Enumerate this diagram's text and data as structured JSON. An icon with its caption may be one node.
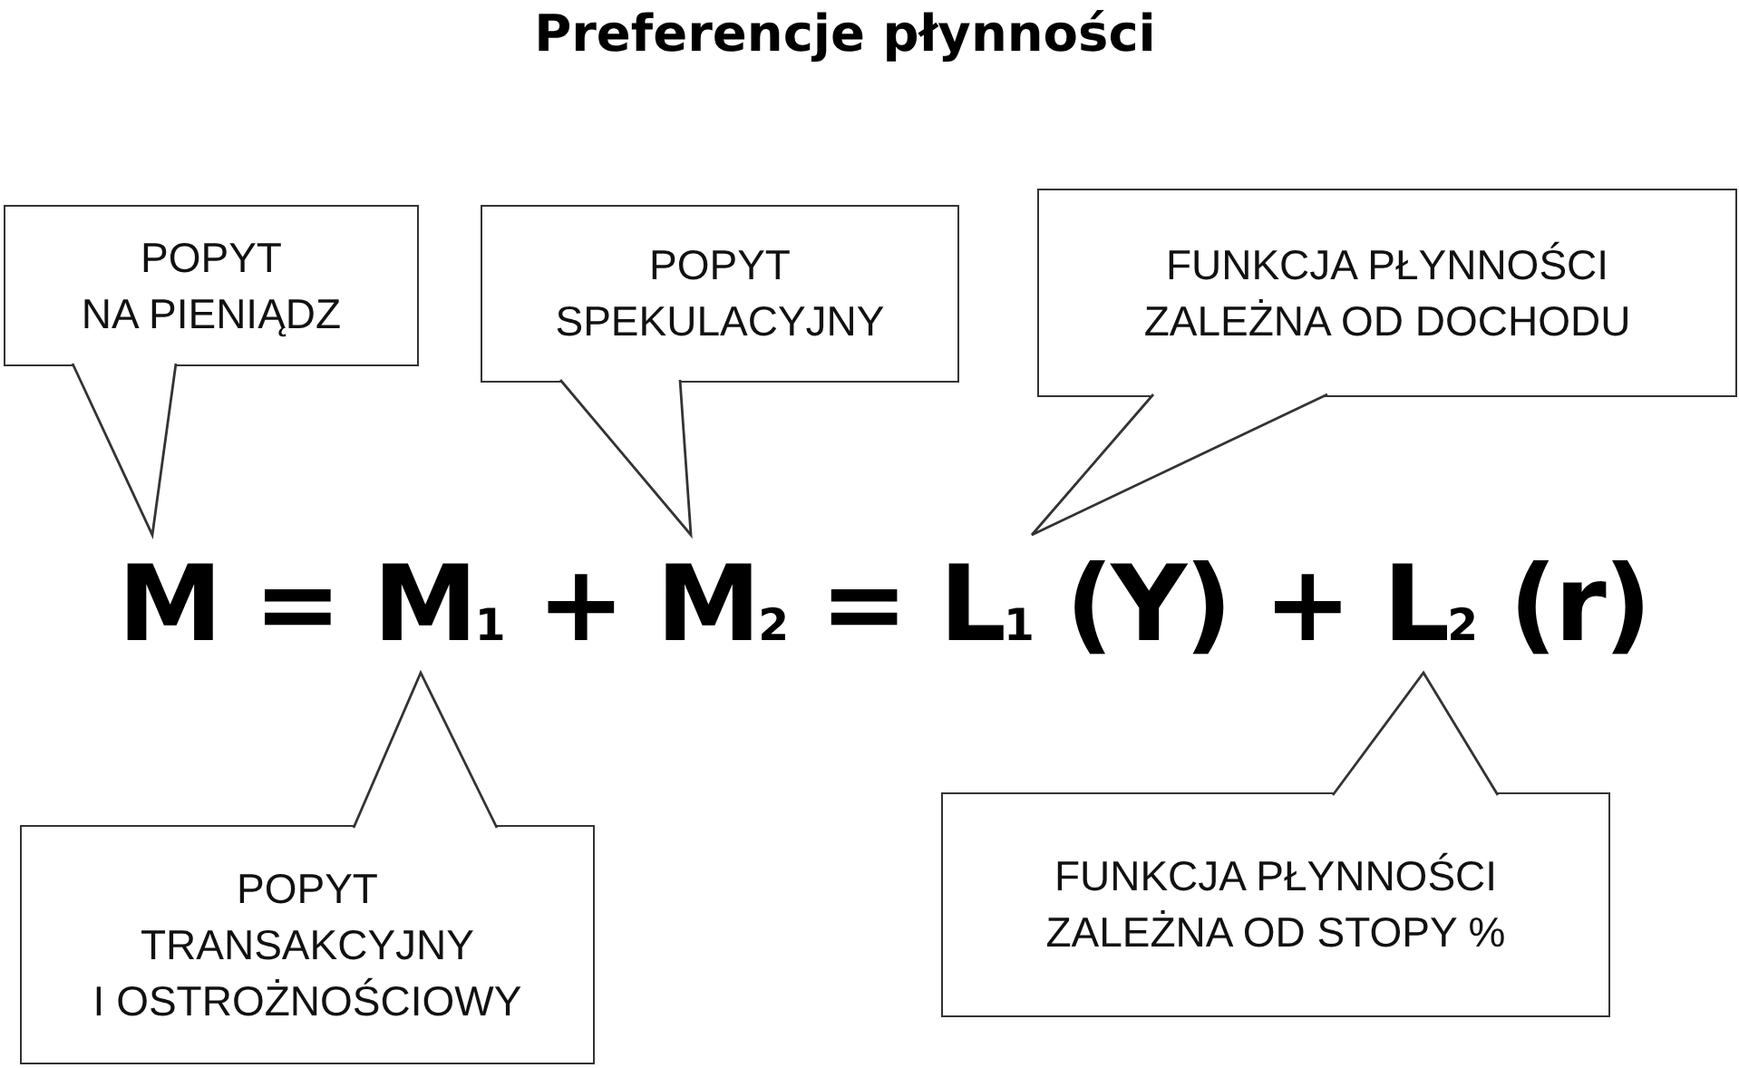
{
  "diagram": {
    "title": "Preferencje płynności",
    "nodes": [
      {
        "text": [
          "POPYT NA PIENIĄDZ"
        ]
      },
      {
        "text": [
          "POPYT SPEKULACYJNY"
        ]
      },
      {
        "text": [
          "FUNKCJA PŁYNNOŚCI ZALEŻNA OD DOCHODU"
        ]
      },
      {
        "text": [
          "M = M$_{1}$ + M$_{2}$ = L$_{1}$ (Y) + L$_{2}$ (r)"
        ]
      },
      {
        "text": [
          "POPYT TRANSAKCYJNY I OSTROŻNOŚCIOWY"
        ]
      },
      {
        "text": [
          "FUNKCJA PŁYNNOŚCI ZALEŻNA OD STOPY %"
        ]
      }
    ],
    "edges": [
      {
        "from": 0,
        "to": 3,
        "arrow": "none"
      },
      {
        "from": 1,
        "to": 3,
        "arrow": "none"
      },
      {
        "from": 2,
        "to": 3,
        "arrow": "none"
      },
      {
        "from": 4,
        "to": 3,
        "arrow": "none"
      },
      {
        "from": 5,
        "to": 3,
        "arrow": "none"
      }
    ]
  }
}
